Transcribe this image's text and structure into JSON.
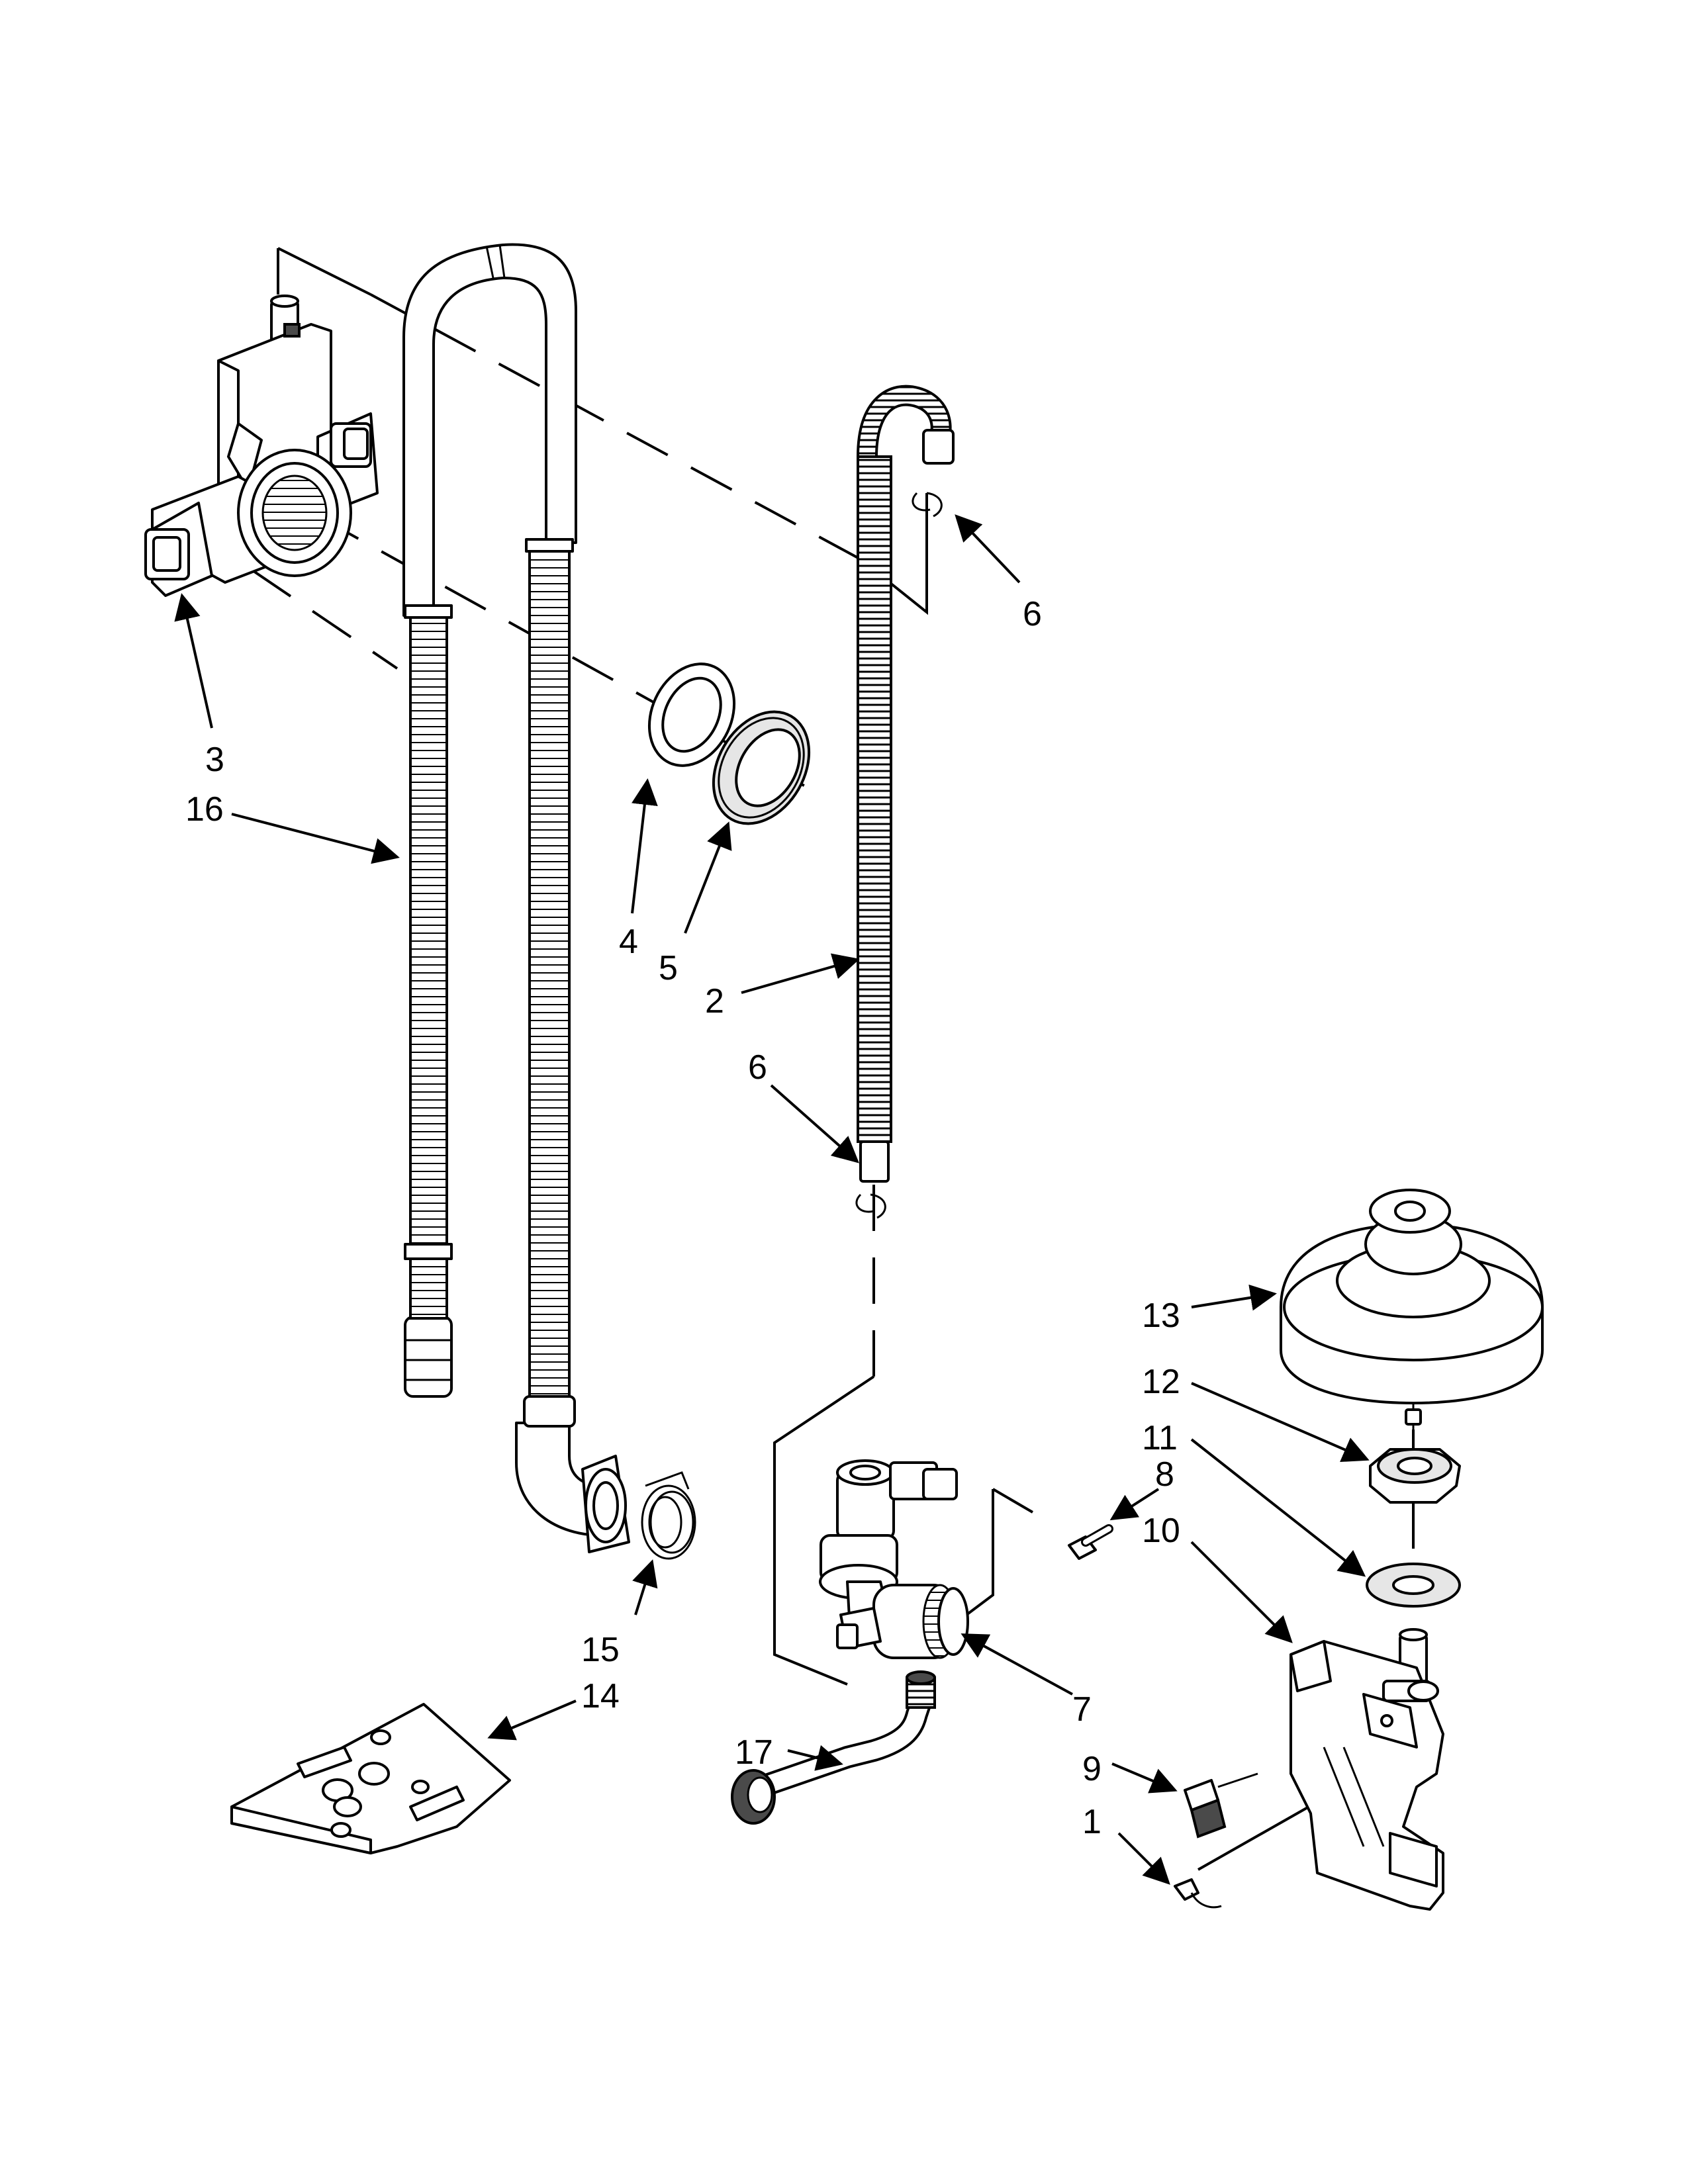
{
  "callouts": {
    "c1": "1",
    "c2": "2",
    "c3": "3",
    "c4": "4",
    "c5": "5",
    "c6a": "6",
    "c6b": "6",
    "c7": "7",
    "c8": "8",
    "c9": "9",
    "c10": "10",
    "c11": "11",
    "c12": "12",
    "c13": "13",
    "c14": "14",
    "c15": "15",
    "c16": "16",
    "c17": "17"
  }
}
